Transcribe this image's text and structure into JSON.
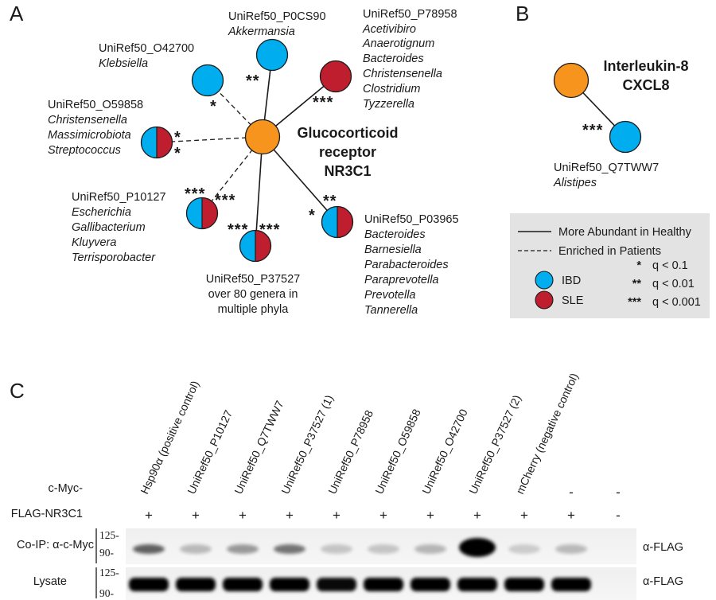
{
  "panels": {
    "a": "A",
    "b": "B",
    "c": "C"
  },
  "colors": {
    "hub": "#f7941d",
    "ibd": "#00aeef",
    "sle": "#be1e2d",
    "legend_bg": "#e3e3e3",
    "line": "#1a1a1a"
  },
  "network_a": {
    "hub": {
      "line1": "Glucocorticoid",
      "line2": "receptor",
      "line3": "NR3C1"
    },
    "nodes": [
      {
        "id": "O42700",
        "label": "UniRef50_O42700",
        "genera": [
          "Klebsiella"
        ],
        "stars": "*",
        "disease": "IBD",
        "edge": "Enriched in Patients"
      },
      {
        "id": "P0CS90",
        "label": "UniRef50_P0CS90",
        "genera": [
          "Akkermansia"
        ],
        "stars": "**",
        "disease": "IBD",
        "edge": "More Abundant in Healthy"
      },
      {
        "id": "P78958",
        "label": "UniRef50_P78958",
        "genera": [
          "Acetivibiro",
          "Anaerotignum",
          "Bacteroides",
          "Christensenella",
          "Clostridium",
          "Tyzzerella"
        ],
        "stars": "***",
        "disease": "SLE",
        "edge": "More Abundant in Healthy"
      },
      {
        "id": "O59858",
        "label": "UniRef50_O59858",
        "genera": [
          "Christensenella",
          "Massimicrobiota",
          "Streptococcus"
        ],
        "stars_top": "*",
        "stars_bottom": "*",
        "disease": "IBD+SLE",
        "edge": "Enriched in Patients"
      },
      {
        "id": "P10127",
        "label": "UniRef50_P10127",
        "genera": [
          "Escherichia",
          "Gallibacterium",
          "Kluyvera",
          "Terrisporobacter"
        ],
        "stars_left": "***",
        "stars_right": "***",
        "disease": "IBD+SLE",
        "edge": "Enriched in Patients"
      },
      {
        "id": "P37527",
        "label": "UniRef50_P37527",
        "genera_text": [
          "over 80 genera in",
          "multiple phyla"
        ],
        "stars_left": "***",
        "stars_right": "***",
        "disease": "IBD+SLE",
        "edge": "More Abundant in Healthy"
      },
      {
        "id": "P03965",
        "label": "UniRef50_P03965",
        "genera": [
          "Bacteroides",
          "Barnesiella",
          "Parabacteroides",
          "Paraprevotella",
          "Prevotella",
          "Tannerella"
        ],
        "stars_left": "*",
        "stars_top": "**",
        "disease": "IBD+SLE",
        "edge": "More Abundant in Healthy"
      }
    ]
  },
  "network_b": {
    "hub": {
      "line1": "Interleukin-8",
      "line2": "CXCL8"
    },
    "node": {
      "label": "UniRef50_Q7TWW7",
      "genera": [
        "Alistipes"
      ],
      "stars": "***",
      "disease": "IBD",
      "edge": "More Abundant in Healthy"
    }
  },
  "legend": {
    "solid": "More Abundant in Healthy",
    "dashed": "Enriched in Patients",
    "ibd": "IBD",
    "sle": "SLE",
    "sig": [
      {
        "stars": "*",
        "text": "q < 0.1"
      },
      {
        "stars": "**",
        "text": "q < 0.01"
      },
      {
        "stars": "***",
        "text": "q < 0.001"
      }
    ]
  },
  "blot": {
    "row_cmyc": "c-Myc-",
    "row_flag": "FLAG-NR3C1",
    "lanes": [
      {
        "label": "Hsp90α (positive control)",
        "cmyc": "",
        "flag": "+",
        "coip": 0.55
      },
      {
        "label": "UniRef50_P10127",
        "cmyc": "",
        "flag": "+",
        "coip": 0.12
      },
      {
        "label": "UniRef50_Q7TWW7",
        "cmyc": "",
        "flag": "+",
        "coip": 0.28
      },
      {
        "label": "UniRef50_P37527 (1)",
        "cmyc": "",
        "flag": "+",
        "coip": 0.45
      },
      {
        "label": "UniRef50_P78958",
        "cmyc": "",
        "flag": "+",
        "coip": 0.08
      },
      {
        "label": "UniRef50_O59858",
        "cmyc": "",
        "flag": "+",
        "coip": 0.08
      },
      {
        "label": "UniRef50_O42700",
        "cmyc": "",
        "flag": "+",
        "coip": 0.15
      },
      {
        "label": "UniRef50_P37527 (2)",
        "cmyc": "",
        "flag": "+",
        "coip": 1.0
      },
      {
        "label": "mCherry (negative control)",
        "cmyc": "",
        "flag": "+",
        "coip": 0.05
      },
      {
        "label": "",
        "cmyc": "-",
        "flag": "+",
        "coip": 0.12
      },
      {
        "label": "",
        "cmyc": "-",
        "flag": "-",
        "coip": 0.0
      }
    ],
    "coip_label": "Co-IP: α-c-Myc",
    "lysate_label": "Lysate",
    "antibody": "α-FLAG",
    "mw_top": "125-",
    "mw_bottom": "90-",
    "lysate_strength": [
      1.0,
      1.0,
      1.0,
      1.0,
      0.9,
      1.0,
      1.0,
      1.0,
      1.0,
      1.0,
      0.0
    ]
  }
}
